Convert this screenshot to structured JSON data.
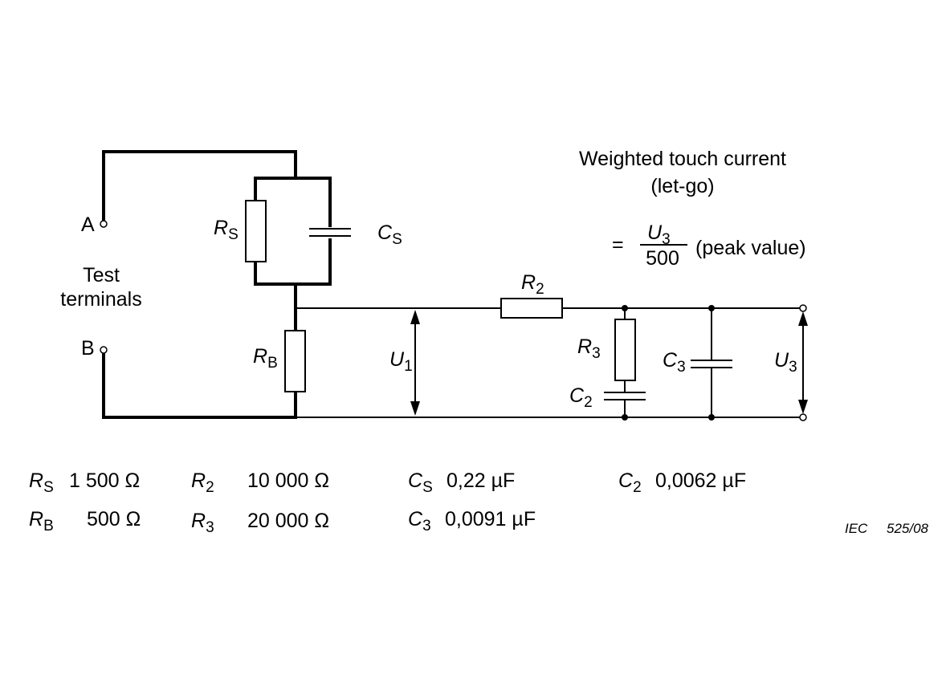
{
  "terminals": {
    "a": "A",
    "b": "B",
    "caption_line1": "Test",
    "caption_line2": "terminals"
  },
  "components": {
    "rs": {
      "sym": "R",
      "sub": "S"
    },
    "cs": {
      "sym": "C",
      "sub": "S"
    },
    "rb": {
      "sym": "R",
      "sub": "B"
    },
    "r2": {
      "sym": "R",
      "sub": "2"
    },
    "r3": {
      "sym": "R",
      "sub": "3"
    },
    "c2": {
      "sym": "C",
      "sub": "2"
    },
    "c3": {
      "sym": "C",
      "sub": "3"
    },
    "u1": {
      "sym": "U",
      "sub": "1"
    },
    "u3": {
      "sym": "U",
      "sub": "3"
    }
  },
  "formula": {
    "title_line1": "Weighted touch current",
    "title_line2": "(let-go)",
    "equals": "=",
    "numerator_sym": "U",
    "numerator_sub": "3",
    "denominator": "500",
    "note": "(peak value)"
  },
  "values": {
    "rs": "1 500 Ω",
    "rb": "500 Ω",
    "r2": "10 000 Ω",
    "r3": "20 000 Ω",
    "cs": "0,22 µF",
    "c3": "0,0091 µF",
    "c2": "0,0062 µF"
  },
  "reference": {
    "org": "IEC",
    "number": "525/08"
  }
}
